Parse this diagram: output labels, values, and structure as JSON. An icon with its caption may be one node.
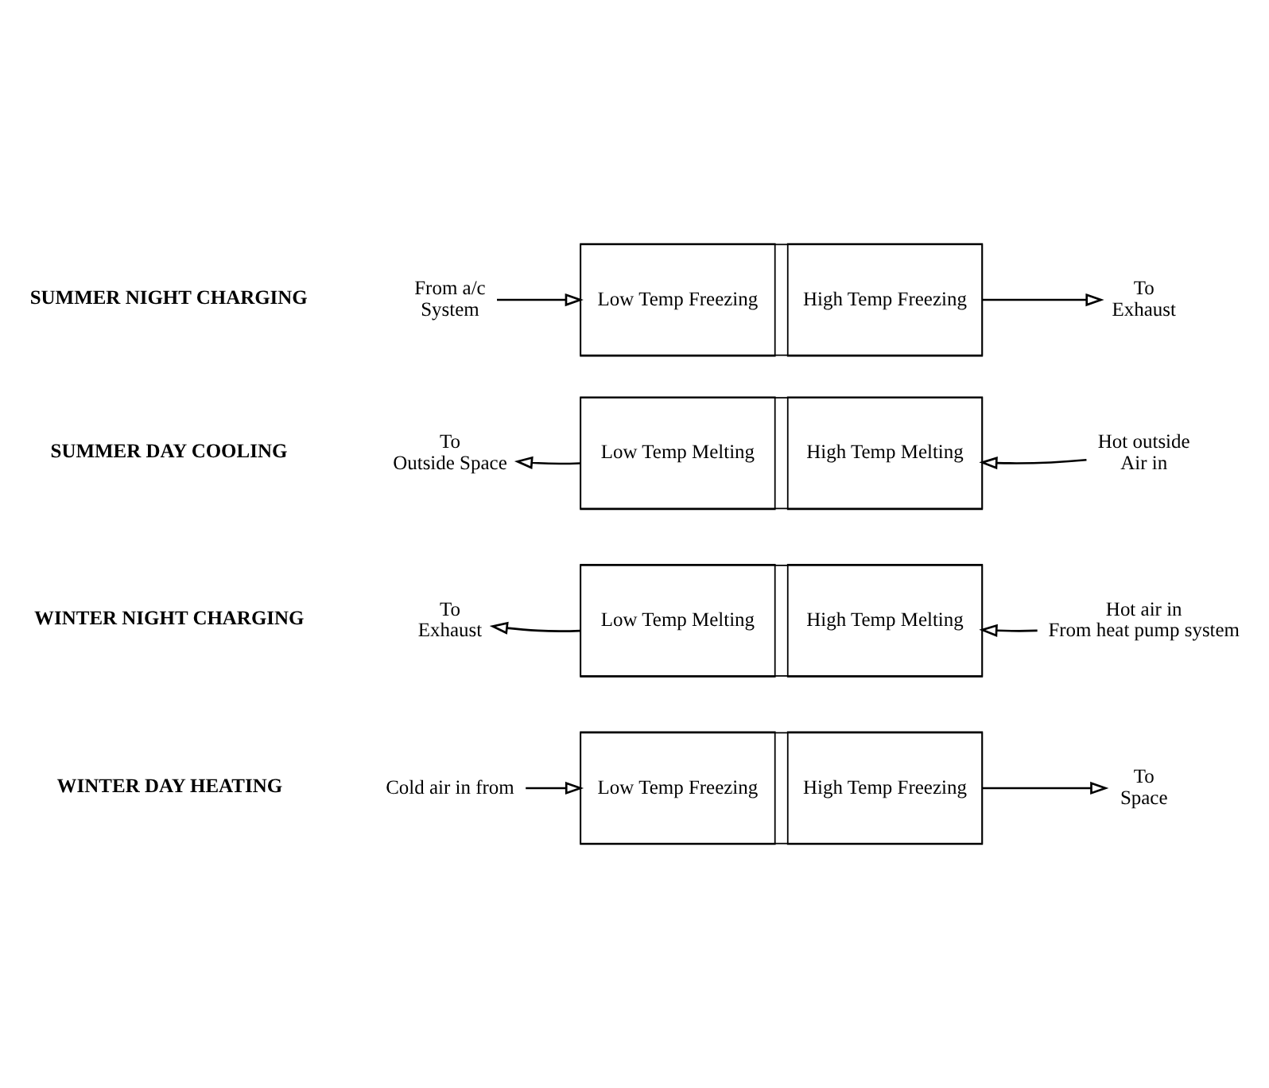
{
  "diagram": {
    "nodes": [
      {
        "text": [
          "From a/c",
          "System"
        ]
      },
      {
        "text": [],
        "shape": "box"
      },
      {
        "text": [
          "Low Temp Freezing"
        ],
        "in": 1
      },
      {
        "text": [
          "High Temp Freezing"
        ],
        "in": 1
      },
      {
        "text": [
          "To",
          "Exhaust"
        ]
      },
      {
        "text": [
          "To",
          "Outside Space"
        ]
      },
      {
        "text": [],
        "shape": "box"
      },
      {
        "text": [
          "Low Temp Melting"
        ],
        "in": 6
      },
      {
        "text": [
          "High Temp Melting"
        ],
        "in": 6
      },
      {
        "text": [
          "Hot outside",
          "Air in"
        ]
      },
      {
        "text": [
          "To",
          "Exhaust"
        ]
      },
      {
        "text": [],
        "shape": "box"
      },
      {
        "text": [
          "Low Temp Melting"
        ],
        "in": 11
      },
      {
        "text": [
          "High Temp Melting"
        ],
        "in": 11
      },
      {
        "text": [
          "Hot air in",
          "From heat pump system"
        ]
      },
      {
        "text": [
          "Cold air in from"
        ]
      },
      {
        "text": [],
        "shape": "box"
      },
      {
        "text": [
          "Low Temp Freezing"
        ],
        "in": 16
      },
      {
        "text": [
          "High Temp Freezing"
        ],
        "in": 16
      },
      {
        "text": [
          "To",
          "Space"
        ]
      }
    ],
    "edges": [
      {
        "from": 0,
        "to": 1,
        "arrow": "to"
      },
      {
        "from": 1,
        "to": 4,
        "arrow": "to"
      },
      {
        "from": 6,
        "to": 5,
        "arrow": "to"
      },
      {
        "from": 9,
        "to": 6,
        "arrow": "to"
      },
      {
        "from": 11,
        "to": 10,
        "arrow": "to"
      },
      {
        "from": 14,
        "to": 11,
        "arrow": "to"
      },
      {
        "from": 15,
        "to": 16,
        "arrow": "to"
      },
      {
        "from": 16,
        "to": 19,
        "arrow": "to"
      }
    ],
    "labels": [
      "SUMMER NIGHT CHARGING",
      "SUMMER DAY COOLING",
      "WINTER NIGHT CHARGING",
      "WINTER DAY HEATING"
    ]
  }
}
